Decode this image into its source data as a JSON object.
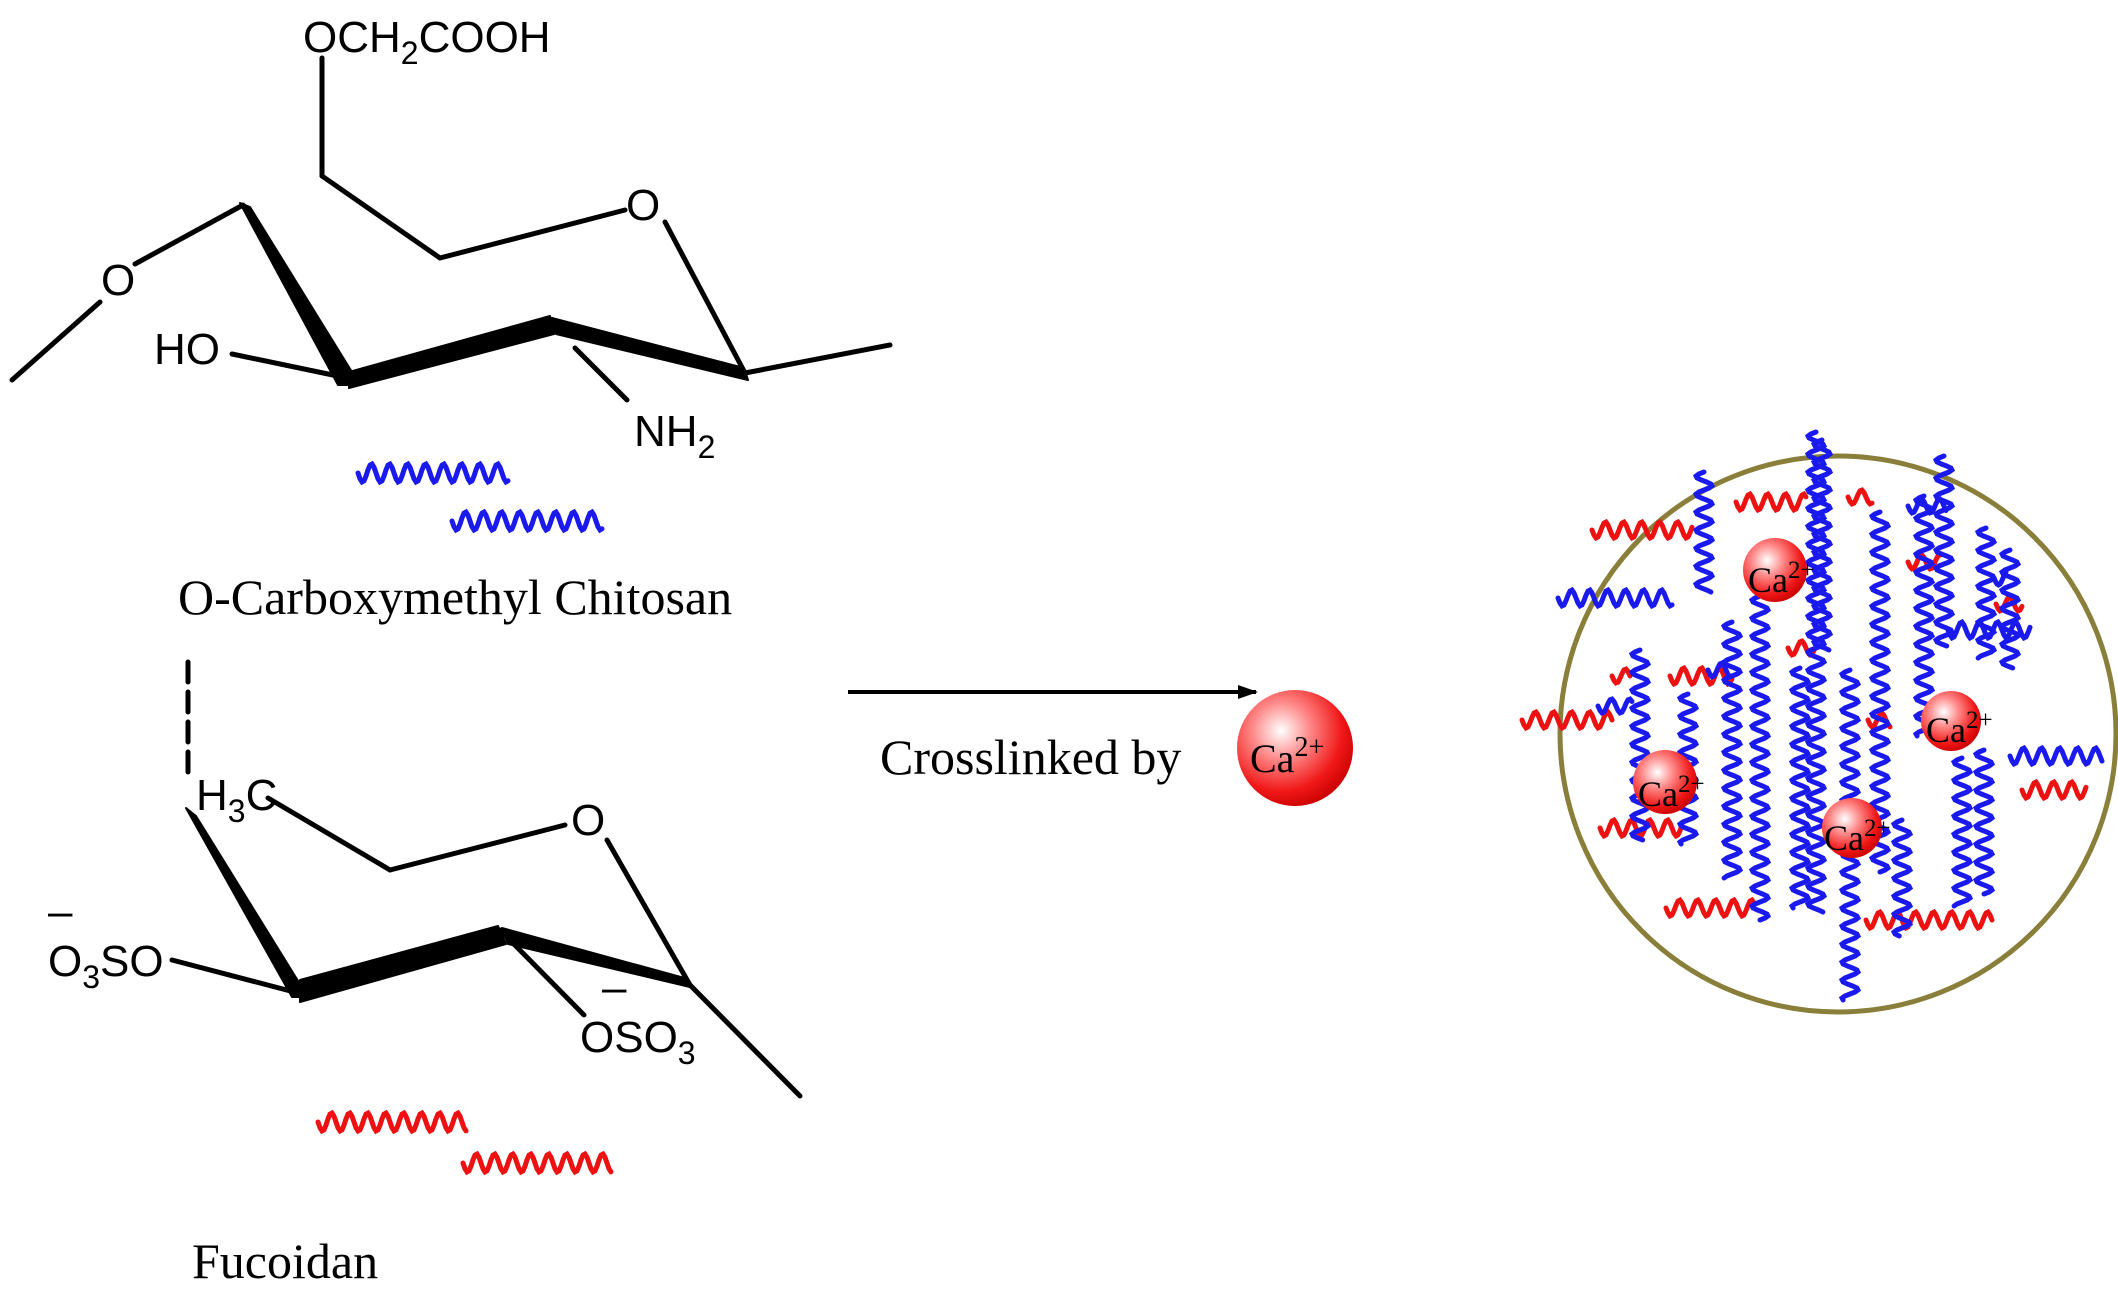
{
  "chitosan": {
    "top_group": "OCH",
    "top_group_sub": "2",
    "top_group_tail": "COOH",
    "ring_oxygen": "O",
    "left_oxygen": "O",
    "hydroxyl": "HO",
    "amine": "NH",
    "amine_sub": "2",
    "caption": "O-Carboxymethyl Chitosan"
  },
  "fucoidan": {
    "methyl": "H",
    "methyl_sub": "3",
    "methyl_tail": "C",
    "ring_oxygen": "O",
    "sulfate_left_prefix": "O",
    "sulfate_left_sub": "3",
    "sulfate_left_tail": "SO",
    "sulfate_left_charge": "–",
    "sulfate_right": "OSO",
    "sulfate_right_sub": "3",
    "sulfate_right_charge": "–",
    "caption": "Fucoidan"
  },
  "reaction": {
    "label": "Crosslinked by",
    "ion_symbol": "Ca",
    "ion_charge": "2+"
  },
  "particle": {
    "ions": [
      {
        "symbol": "Ca",
        "charge": "2+"
      },
      {
        "symbol": "Ca",
        "charge": "2+"
      },
      {
        "symbol": "Ca",
        "charge": "2+"
      },
      {
        "symbol": "Ca",
        "charge": "2+"
      }
    ]
  },
  "colors": {
    "chitosan_chain": "#1a1aee",
    "fucoidan_chain": "#ee1111",
    "particle_outline": "#8a7f3a",
    "calcium_sphere": "#ff2a2a"
  }
}
